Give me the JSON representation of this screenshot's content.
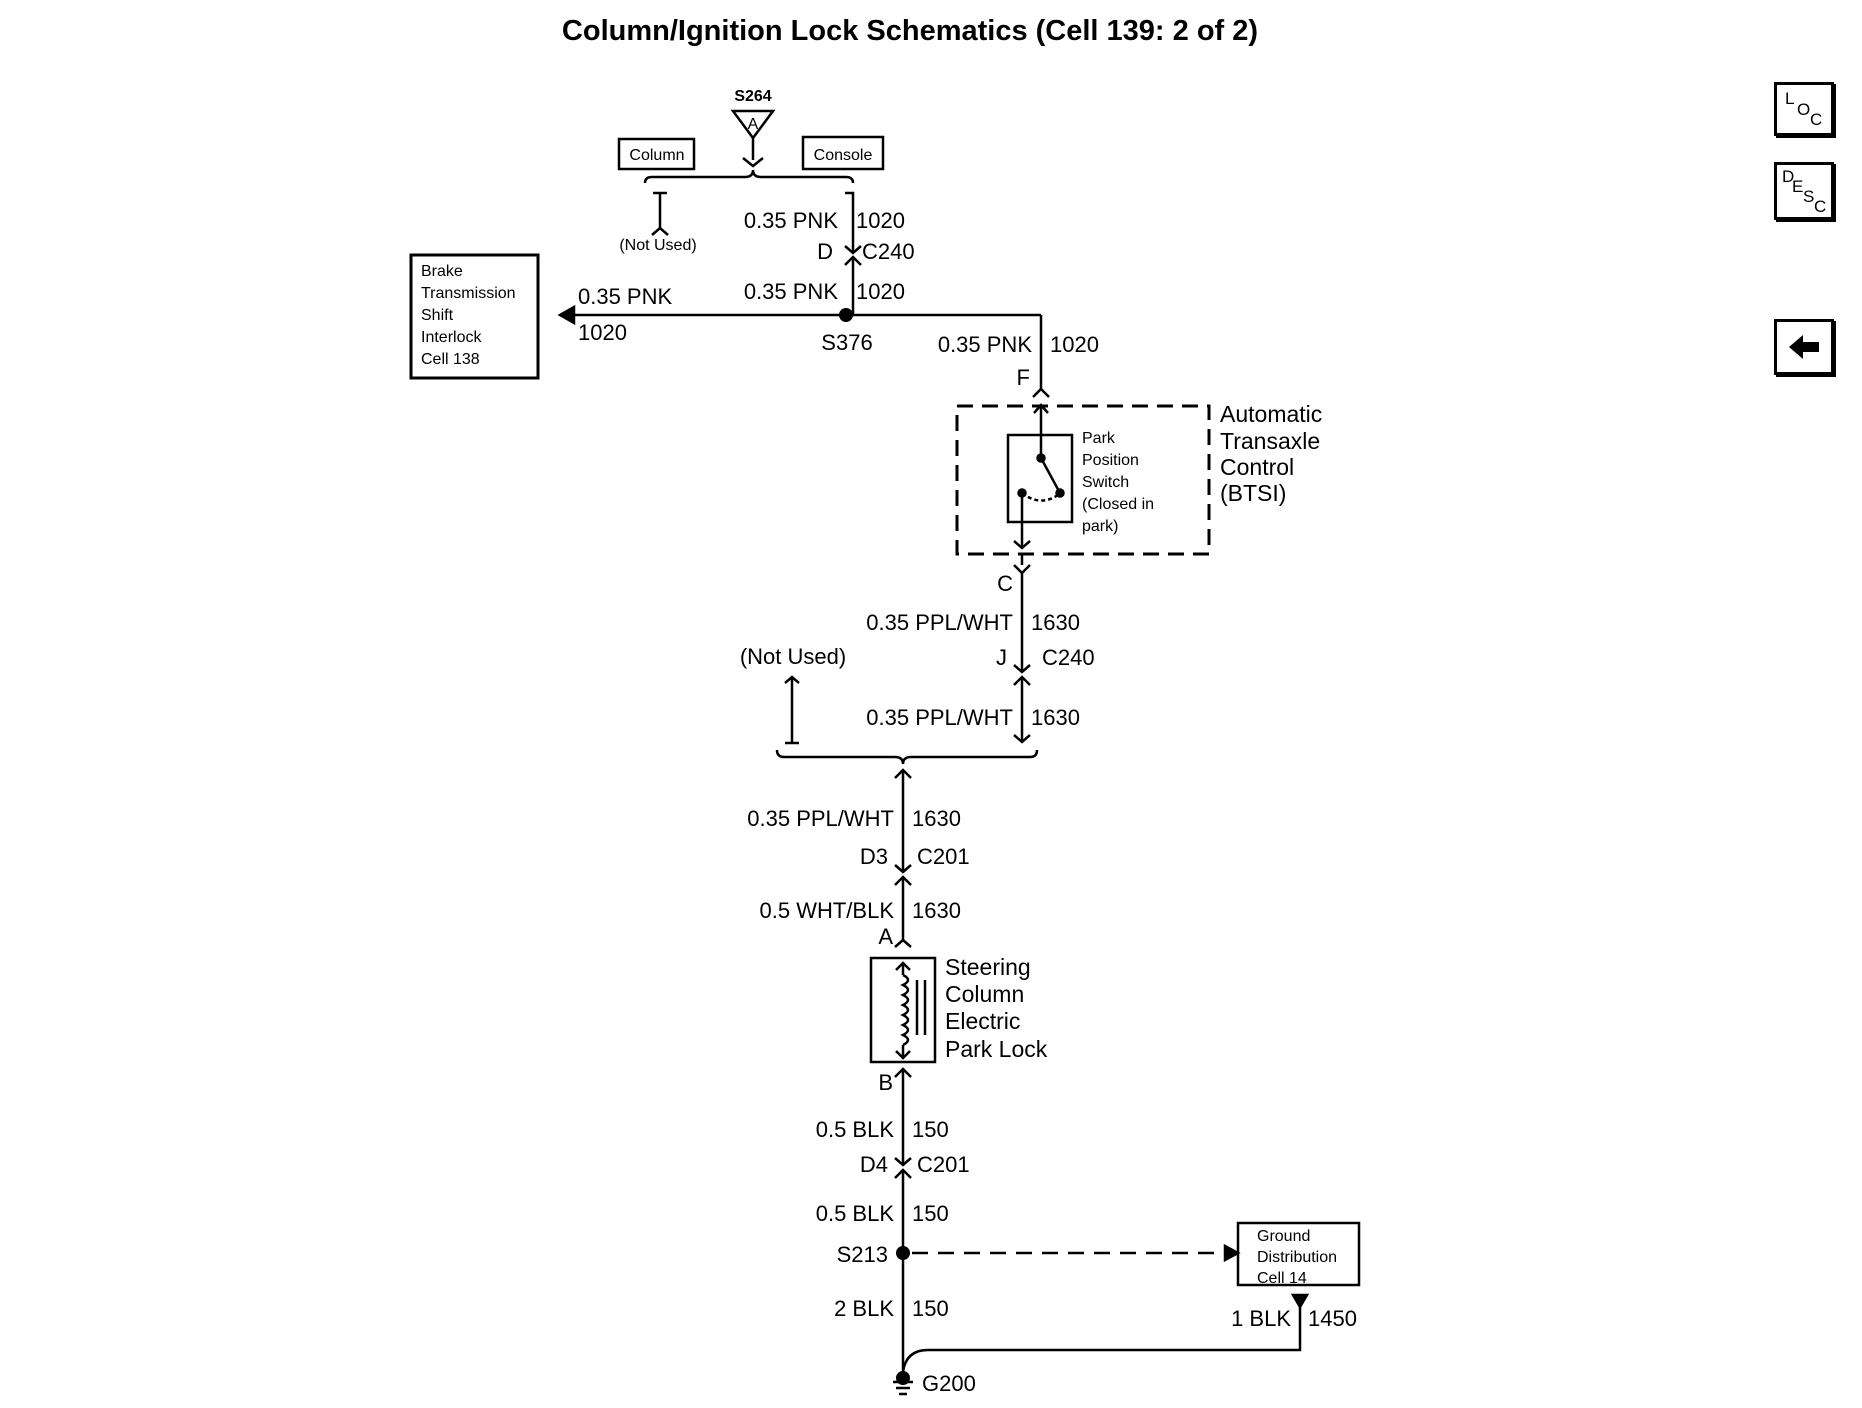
{
  "title": "Column/Ignition Lock Schematics (Cell 139: 2 of 2)",
  "nav": {
    "loc": [
      "L",
      "O",
      "C"
    ],
    "desc": [
      "D",
      "E",
      "S",
      "C"
    ],
    "back_icon": "left-arrow-icon"
  },
  "top": {
    "splice_s264": "S264",
    "splice_s264_letter": "A",
    "column_label": "Column",
    "console_label": "Console",
    "not_used": "(Not Used)",
    "wire_pnk_a": "0.35 PNK",
    "circuit_1020_a": "1020",
    "pin_d": "D",
    "conn_c240_a": "C240",
    "wire_pnk_b": "0.35 PNK",
    "circuit_1020_b": "1020",
    "splice_s376": "S376",
    "wire_pnk_left": "0.35 PNK",
    "circuit_1020_left": "1020",
    "wire_pnk_right": "0.35 PNK",
    "circuit_1020_right": "1020",
    "pin_f": "F"
  },
  "btsi_box": [
    "Brake",
    "Transmission",
    "Shift",
    "Interlock",
    "Cell 138"
  ],
  "atc": {
    "label": [
      "Automatic",
      "Transaxle",
      "Control",
      "(BTSI)"
    ],
    "switch_label": [
      "Park",
      "Position",
      "Switch",
      "(Closed in",
      "park)"
    ],
    "pin_c": "C"
  },
  "mid": {
    "wire_ppl_a": "0.35 PPL/WHT",
    "circuit_1630_a": "1630",
    "pin_j": "J",
    "conn_c240_b": "C240",
    "not_used": "(Not Used)",
    "wire_ppl_b": "0.35 PPL/WHT",
    "circuit_1630_b": "1630",
    "wire_ppl_c": "0.35 PPL/WHT",
    "circuit_1630_c": "1630",
    "pin_d3": "D3",
    "conn_c201_a": "C201",
    "wire_wht_blk": "0.5 WHT/BLK",
    "circuit_1630_d": "1630",
    "pin_a": "A"
  },
  "lock": {
    "label": [
      "Steering",
      "Column",
      "Electric",
      "Park Lock"
    ],
    "pin_b": "B"
  },
  "bottom": {
    "wire_blk_a": "0.5 BLK",
    "circuit_150_a": "150",
    "pin_d4": "D4",
    "conn_c201_b": "C201",
    "wire_blk_b": "0.5 BLK",
    "circuit_150_b": "150",
    "splice_s213": "S213",
    "wire_2blk": "2 BLK",
    "circuit_150_c": "150",
    "wire_1blk": "1 BLK",
    "circuit_1450": "1450",
    "ground_g200": "G200"
  },
  "ground_box": [
    "Ground",
    "Distribution",
    "Cell 14"
  ]
}
